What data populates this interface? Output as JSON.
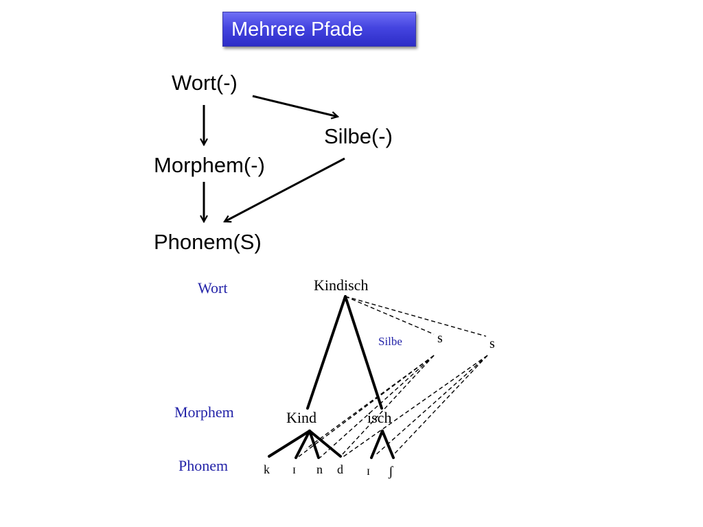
{
  "title": "Mehrere Pfade",
  "hierarchy": {
    "wort": "Wort(-)",
    "silbe": "Silbe(-)",
    "morphem": "Morphem(-)",
    "phonem": "Phonem(S)"
  },
  "tree": {
    "levels": {
      "wort": "Wort",
      "silbe": "Silbe",
      "morphem": "Morphem",
      "phonem": "Phonem"
    },
    "root": "Kindisch",
    "syllable_1": "s",
    "syllable_2": "s",
    "morpheme_1": "Kind",
    "morpheme_2": "isch",
    "phonemes": [
      "k",
      "ɪ",
      "n",
      "d",
      "ɪ",
      "ʃ"
    ]
  },
  "colors": {
    "title_bg": "#4444e0",
    "level_label": "#2323a8",
    "text": "#000000"
  }
}
